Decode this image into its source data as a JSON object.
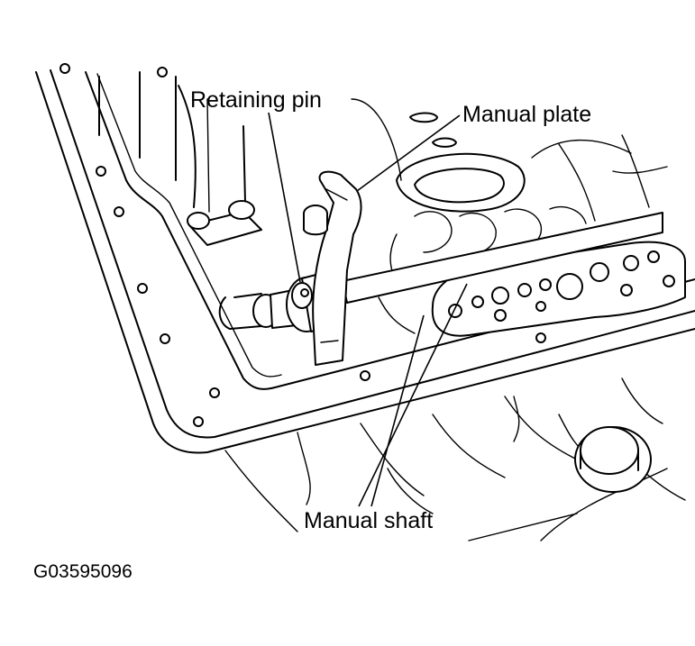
{
  "labels": {
    "retaining_pin": "Retaining pin",
    "manual_plate": "Manual plate",
    "manual_shaft": "Manual shaft"
  },
  "figure_id": "G03595096"
}
